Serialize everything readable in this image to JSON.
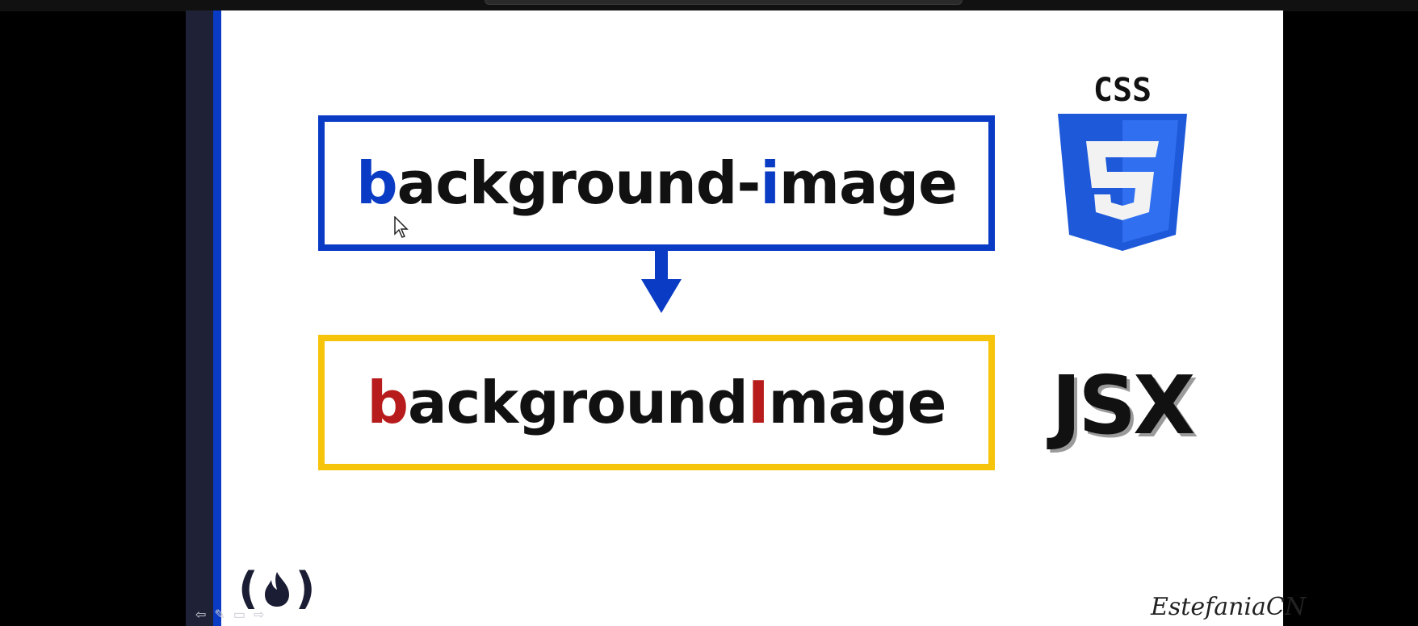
{
  "slide": {
    "css_box": {
      "prefix": "b",
      "middle": "ackground-",
      "accent": "i",
      "suffix": "mage",
      "accent_color": "#0a3bc4",
      "border_color": "#0a3bc4"
    },
    "jsx_box": {
      "prefix": "b",
      "middle": "ackground",
      "accent": "I",
      "suffix": "mage",
      "accent_color": "#b71b1b",
      "border_color": "#f6c40b"
    },
    "css_logo_text": "CSS",
    "jsx_label": "JSX",
    "fcc_logo": {
      "left_paren": "(",
      "right_paren": ")",
      "icon": "flame-icon"
    },
    "signature": "EstefaniaCN",
    "controls": {
      "prev": "⇦",
      "pen": "✎",
      "menu": "▭",
      "next": "⇨"
    }
  }
}
